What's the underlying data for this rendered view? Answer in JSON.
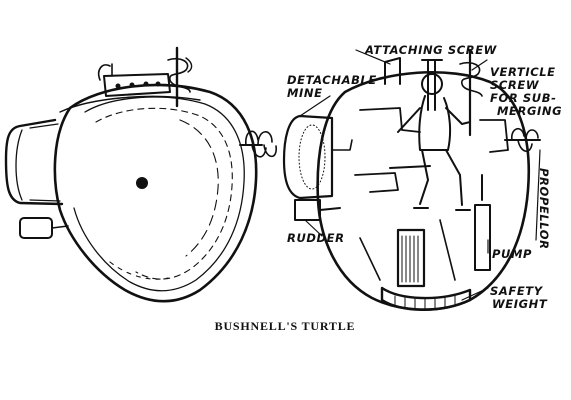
{
  "caption": "BUSHNELL'S TURTLE",
  "labels": {
    "attaching_screw": "ATTACHING SCREW",
    "detachable_1": "DETACHABLE",
    "detachable_2": "MINE",
    "verticle_1": "VERTICLE",
    "verticle_2": "SCREW",
    "verticle_3": "FOR SUB-",
    "verticle_4": "MERGING",
    "propellor": "PROPELLOR",
    "rudder": "RUDDER",
    "pump": "PUMP",
    "safety_1": "SAFETY",
    "safety_2": "WEIGHT"
  },
  "colors": {
    "ink": "#111111",
    "paper": "#ffffff"
  }
}
